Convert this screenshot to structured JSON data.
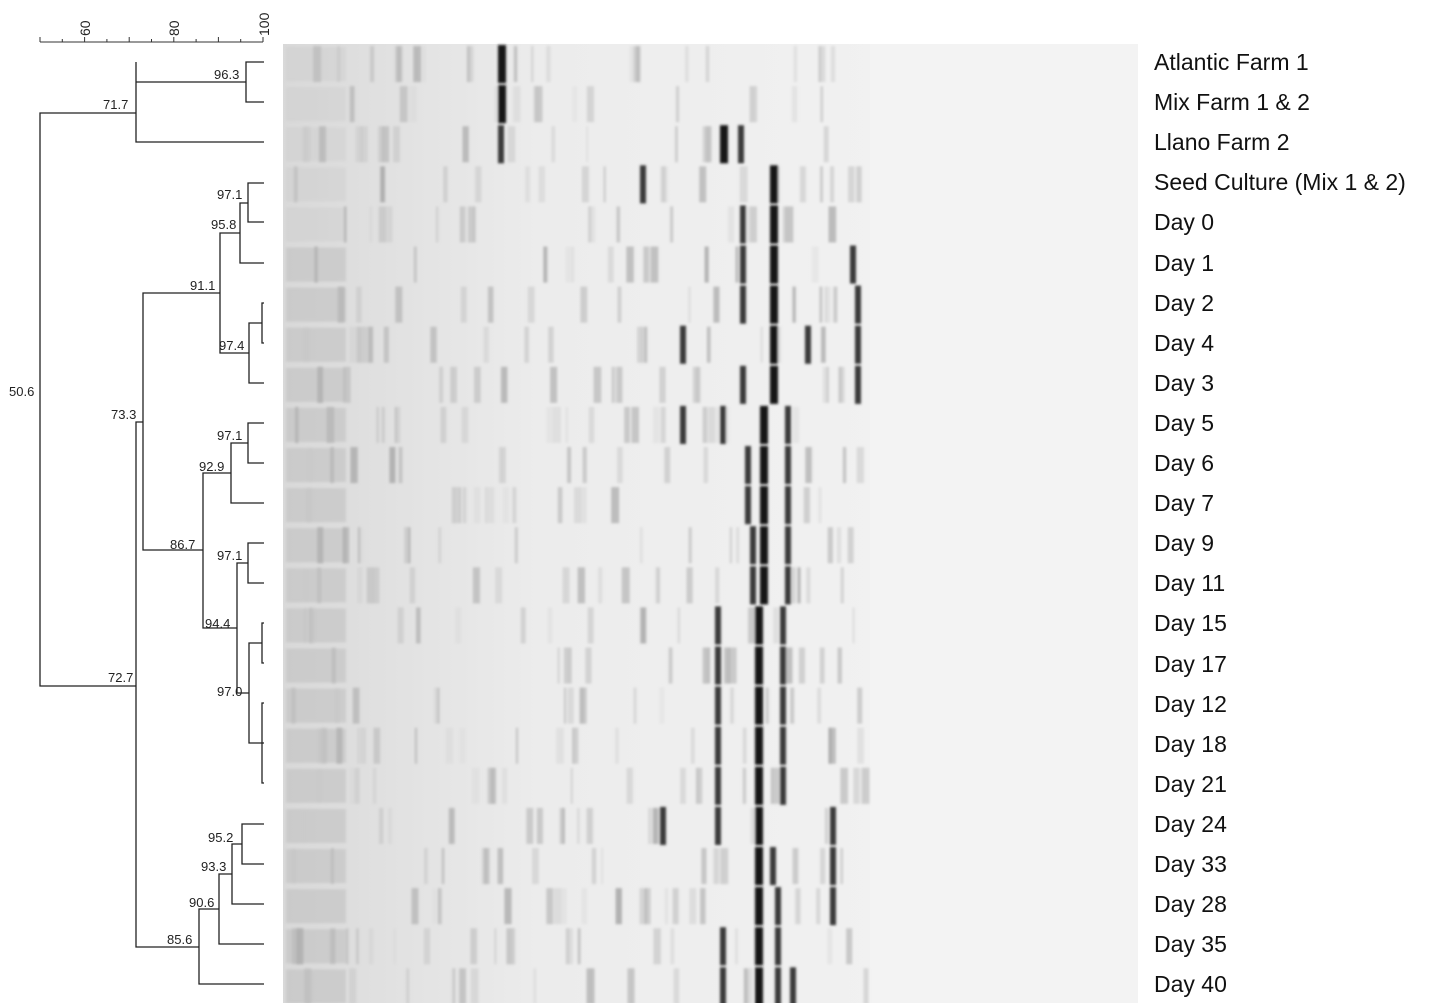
{
  "scale": {
    "ticks": [
      "60",
      "80",
      "100"
    ]
  },
  "lanes": [
    "Atlantic Farm 1",
    "Mix Farm 1 & 2",
    "Llano Farm 2",
    "Seed Culture (Mix 1 & 2)",
    "Day 0",
    "Day 1",
    "Day 2",
    "Day 4",
    "Day 3",
    "Day 5",
    "Day 6",
    "Day 7",
    "Day 9",
    "Day 11",
    "Day 15",
    "Day 17",
    "Day 12",
    "Day 18",
    "Day 21",
    "Day 24",
    "Day 33",
    "Day 28",
    "Day 35",
    "Day 40"
  ],
  "similarity_nodes": [
    {
      "id": "n96_3",
      "value": "96.3"
    },
    {
      "id": "n71_7",
      "value": "71.7"
    },
    {
      "id": "n97_1a",
      "value": "97.1"
    },
    {
      "id": "n95_8",
      "value": "95.8"
    },
    {
      "id": "n91_1",
      "value": "91.1"
    },
    {
      "id": "n97_4",
      "value": "97.4"
    },
    {
      "id": "n50_6",
      "value": "50.6"
    },
    {
      "id": "n73_3",
      "value": "73.3"
    },
    {
      "id": "n97_1b",
      "value": "97.1"
    },
    {
      "id": "n92_9",
      "value": "92.9"
    },
    {
      "id": "n86_7",
      "value": "86.7"
    },
    {
      "id": "n97_1c",
      "value": "97.1"
    },
    {
      "id": "n94_4",
      "value": "94.4"
    },
    {
      "id": "n97_0",
      "value": "97.0"
    },
    {
      "id": "n72_7",
      "value": "72.7"
    },
    {
      "id": "n95_2",
      "value": "95.2"
    },
    {
      "id": "n93_3",
      "value": "93.3"
    },
    {
      "id": "n90_6",
      "value": "90.6"
    },
    {
      "id": "n85_6",
      "value": "85.6"
    }
  ]
}
